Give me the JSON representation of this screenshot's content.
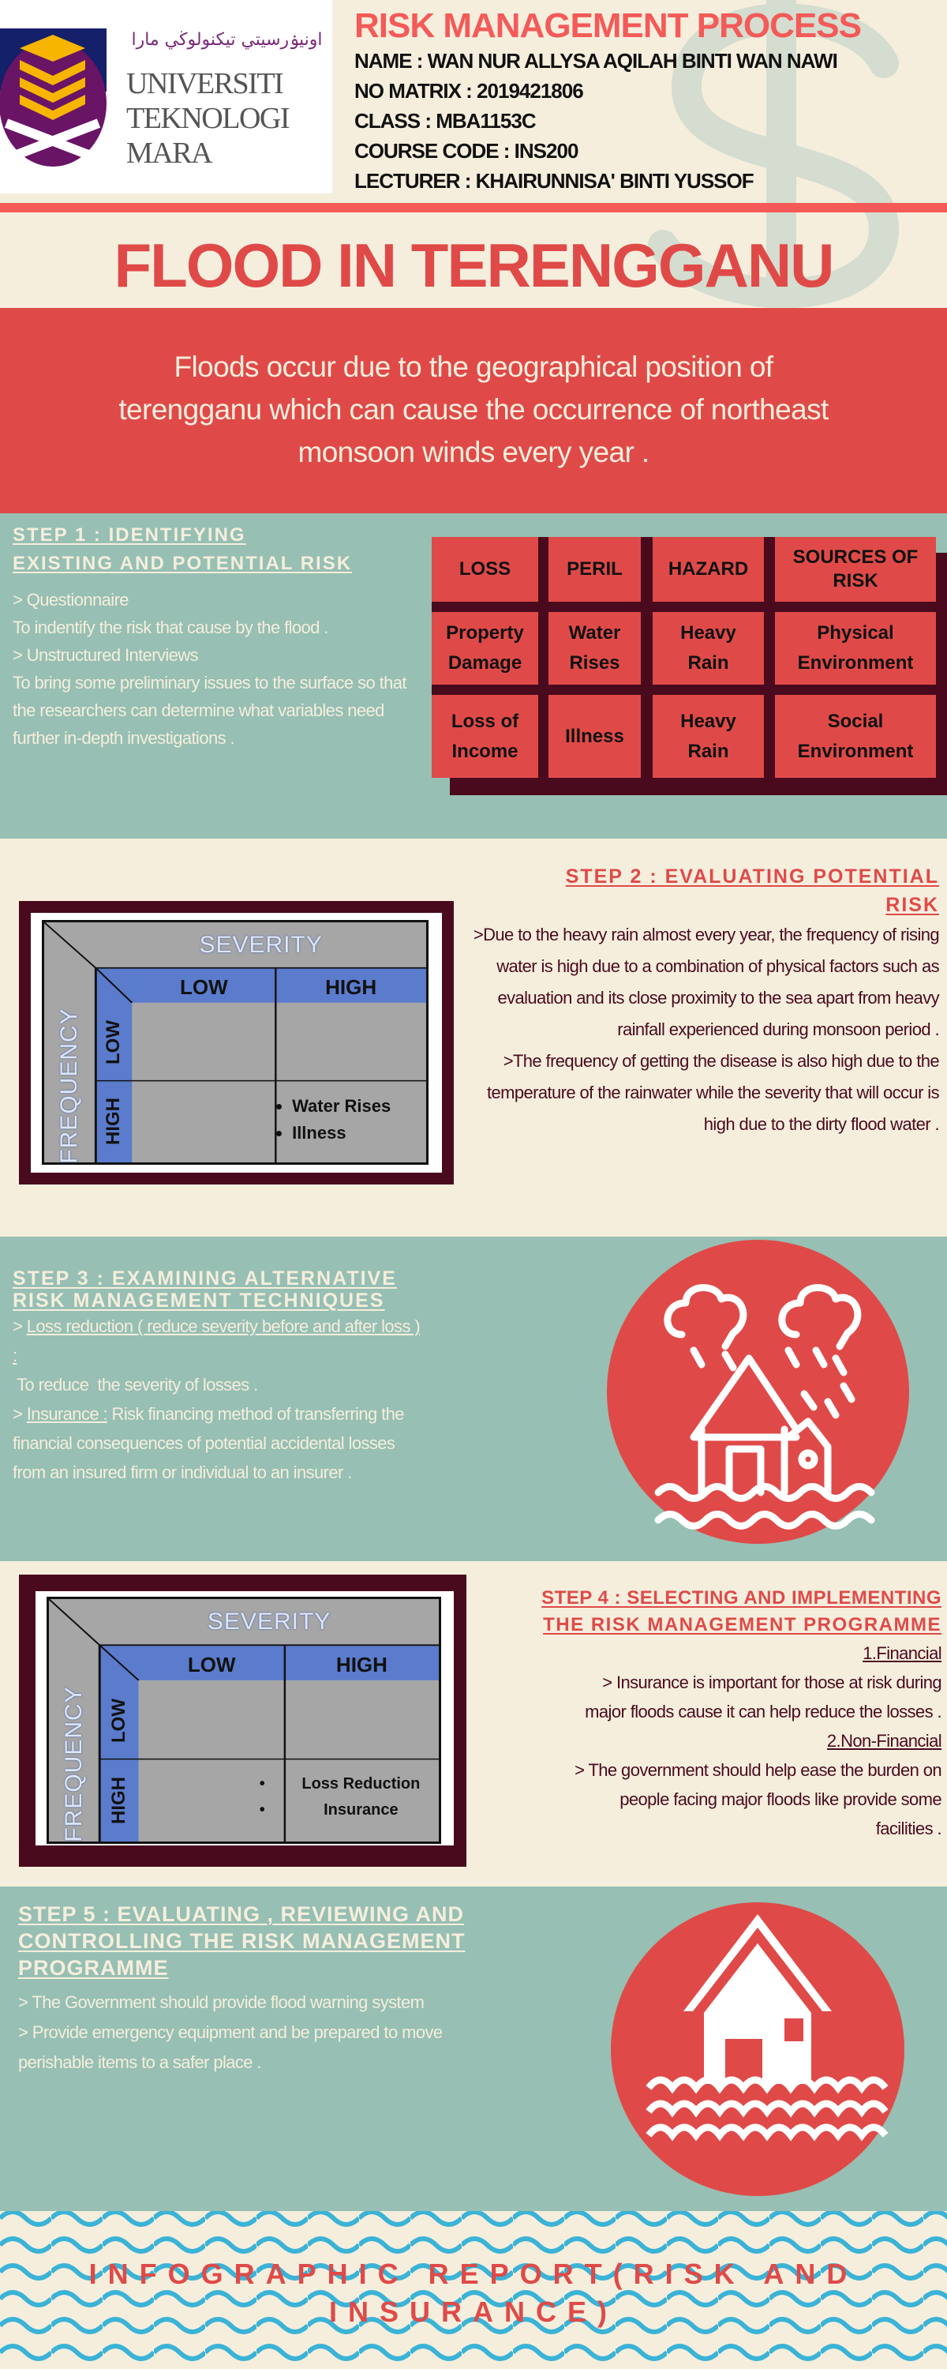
{
  "header": {
    "title": "RISK MANAGEMENT PROCESS",
    "info": [
      "NAME : WAN NUR ALLYSA AQILAH BINTI WAN NAWI",
      "NO MATRIX : 2019421806",
      "CLASS : MBA1153C",
      "COURSE CODE : INS200",
      "LECTURER : KHAIRUNNISA' BINTI YUSSOF"
    ],
    "logo": {
      "arabic": "اونيۏرسيتي تيكنولوڬي مارا",
      "line1": "UNIVERSITI",
      "line2": "TEKNOLOGI",
      "line3": "MARA"
    }
  },
  "main_title": "FLOOD IN TERENGGANU",
  "intro": "Floods occur due to the geographical position of terengganu which can cause the occurrence of northeast monsoon winds every year .",
  "step1": {
    "heading1": "STEP 1 : IDENTIFYING",
    "heading2": "EXISTING AND POTENTIAL RISK",
    "body": [
      "> Questionnaire",
      "To indentify the risk that cause by the flood .",
      "> Unstructured Interviews",
      "To bring some preliminary issues to the surface so that the researchers can determine what variables need further in-depth investigations ."
    ],
    "table": {
      "headers": [
        "LOSS",
        "PERIL",
        "HAZARD",
        "SOURCES OF RISK"
      ],
      "rows": [
        [
          "Property Damage",
          "Water Rises",
          "Heavy Rain",
          "Physical Environment"
        ],
        [
          "Loss of Income",
          "Illness",
          "Heavy Rain",
          "Social Environment"
        ]
      ]
    }
  },
  "step2": {
    "heading1": "STEP 2 : EVALUATING POTENTIAL",
    "heading2": "RISK",
    "body": [
      ">Due to the heavy rain  almost every year, the frequency of rising water is high due to a combination of physical factors such as evaluation and its close proximity to the sea apart from heavy rainfall experienced during monsoon period .",
      ">The frequency of getting the disease is also high due to the temperature of the rainwater while the severity that will occur is high due to the dirty flood water ."
    ],
    "matrix": {
      "severity": "SEVERITY",
      "frequency": "FREQUENCY",
      "low": "LOW",
      "high": "HIGH",
      "items": [
        "Water Rises",
        "Illness"
      ]
    }
  },
  "step3": {
    "heading1": "STEP 3 : EXAMINING ALTERNATIVE",
    "heading2": "RISK MANAGEMENT TECHNIQUES",
    "p1_prefix": "> ",
    "p1_link": "Loss reduction ( reduce severity before and after loss ) :",
    "p2": " To reduce  the severity of losses .",
    "p3_prefix": "> ",
    "p3_link": "Insurance :",
    "p3_rest": " Risk financing method of transferring the financial consequences of potential accidental losses from an insured firm or individual to an insurer .",
    "icon": "house-rain-flood-icon"
  },
  "step4": {
    "heading1": "STEP 4 : SELECTING AND IMPLEMENTING",
    "heading2": "THE RISK MANAGEMENT PROGRAMME",
    "sub1": "1.Financial",
    "body1": "> Insurance is important for those at risk during major floods cause it can help reduce the losses .",
    "sub2": "2.Non-Financial",
    "body2": "> The government should help ease the burden on people facing major floods like provide some facilities .",
    "matrix": {
      "severity": "SEVERITY",
      "frequency": "FREQUENCY",
      "low": "LOW",
      "high": "HIGH",
      "items": [
        "Loss Reduction",
        "Insurance"
      ]
    }
  },
  "step5": {
    "heading1": "STEP 5 : EVALUATING , REVIEWING AND",
    "heading2": "CONTROLLING THE RISK MANAGEMENT",
    "heading3": "PROGRAMME",
    "body": [
      "> The Government should provide flood warning system",
      "> Provide emergency equipment and be prepared to move perishable items to a safer place ."
    ],
    "icon": "flooded-house-icon"
  },
  "footer": {
    "line1": "INFOGRAPHIC REPORT(RISK AND",
    "line2": "INSURANCE)"
  },
  "colors": {
    "red": "#df4a48",
    "teal": "#97bfb3",
    "beige": "#f5eedd",
    "maroon": "#4a0a1e",
    "matrix_blue": "#5b7ccc",
    "wave_blue": "#3bb3d6"
  }
}
